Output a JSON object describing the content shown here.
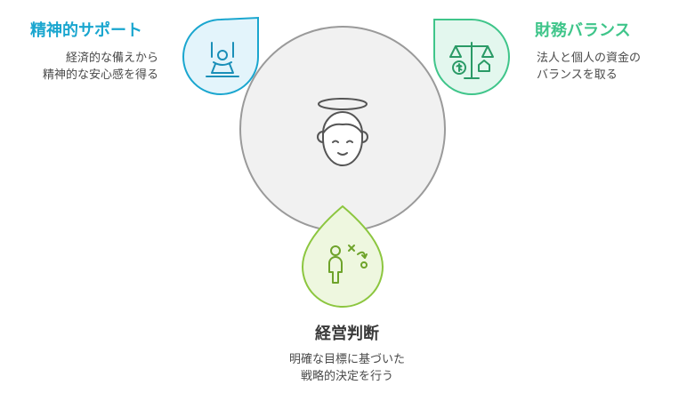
{
  "nodes": {
    "spiritual": {
      "title": "精神的サポート",
      "desc_lines": [
        "経済的な備えから",
        "精神的な安心感を得る"
      ],
      "color": "#1aa6cf",
      "icon": "person-on-swing-icon"
    },
    "finance": {
      "title": "財務バランス",
      "desc_lines": [
        "法人と個人の資金の",
        "バランスを取る"
      ],
      "color": "#3fc58a",
      "icon": "scale-balance-icon"
    },
    "management": {
      "title": "経営判断",
      "desc_lines": [
        "明確な目標に基づいた",
        "戦略的決定を行う"
      ],
      "color": "#8cc63f",
      "icon": "strategy-play-icon"
    }
  },
  "center": {
    "icon": "angel-face-icon"
  }
}
